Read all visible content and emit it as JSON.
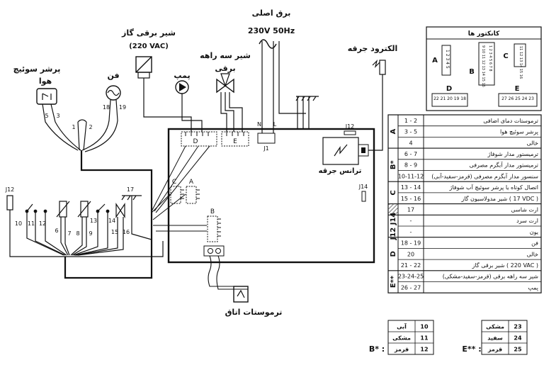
{
  "labels": {
    "mains_power": "برق اصلی",
    "mains_voltage": "230V 50Hz",
    "gas_valve": "شیر برقی گاز",
    "gas_valve_voltage": "(220 VAC)",
    "three_way_valve_line1": "شیر سه راهه",
    "three_way_valve_line2": "برقی",
    "pump": "پمپ",
    "fan": "فن",
    "air_switch_line1": "پرشر سوئیچ",
    "air_switch_line2": "هوا",
    "spark_electrode": "الکترود جرقه",
    "spark_transformer": "ترانس جرقه",
    "room_thermostat": "ترموستات اتاق",
    "connectors_title": "کانکتور ها"
  },
  "connector_letters": {
    "a": "A",
    "b": "B",
    "c": "C",
    "d": "D",
    "e": "E",
    "j1": "J1",
    "j12": "J12",
    "j14": "J14"
  },
  "pin_numbers": {
    "air_switch": [
      "5",
      "3"
    ],
    "switch_mid": [
      "1",
      "2"
    ],
    "fan": [
      "18",
      "19"
    ],
    "n": "N",
    "l": "L",
    "ground": "17",
    "bottom": [
      "10",
      "11",
      "12",
      "6",
      "7",
      "8",
      "9",
      "13",
      "14",
      "15",
      "16"
    ]
  },
  "connector_pinouts": {
    "a": "1 2 3 4 5",
    "b": "9 10 11 12 13 14 15 16",
    "b_lower": "1 2 3 4 5 6 7 8",
    "c": "11 12 13 14 15 16",
    "d": "22 21 20 19 18",
    "e": "27 26 25 24 23"
  },
  "pin_table": [
    {
      "group": "A",
      "rows": [
        {
          "pins": "1 - 2",
          "desc": "ترموستات دمای اضافی"
        },
        {
          "pins": "3 - 5",
          "desc": "پرشر سوئیچ هوا"
        },
        {
          "pins": "4",
          "desc": "خالی"
        }
      ]
    },
    {
      "group": "B*",
      "rows": [
        {
          "pins": "6 - 7",
          "desc": "ترمیستور مدار شوفاژ"
        },
        {
          "pins": "8 - 9",
          "desc": "ترمیستور مدار آبگرم مصرفی"
        },
        {
          "pins": "10-11-12",
          "desc": "سنسور مدار آبگرم مصرفی (قرمز-سفید-آبی)"
        }
      ]
    },
    {
      "group": "C",
      "rows": [
        {
          "pins": "13 - 14",
          "desc": "اتصال کوتاه یا پرشر سوئیچ آب شوفاژ"
        },
        {
          "pins": "15 - 16",
          "desc": "شیر مدولاسیون گاز ( 17 VDC )"
        }
      ]
    },
    {
      "group": "",
      "rows": [
        {
          "pins": "17",
          "desc": "ارت شاسی"
        }
      ]
    },
    {
      "group": "J12 J14",
      "rows": [
        {
          "pins": "-",
          "desc": "ارت سرد"
        },
        {
          "pins": "-",
          "desc": "یون"
        }
      ]
    },
    {
      "group": "D",
      "rows": [
        {
          "pins": "18 - 19",
          "desc": "فن"
        },
        {
          "pins": "20",
          "desc": "خالی"
        },
        {
          "pins": "21 - 22",
          "desc": "شیر برقی گاز ( 220 VAC )"
        }
      ]
    },
    {
      "group": "E**",
      "rows": [
        {
          "pins": "23-24-25",
          "desc": "شیر سه راهه برقی (قرمز-سفید-مشکی)"
        },
        {
          "pins": "26 - 27",
          "desc": "پمپ"
        }
      ]
    }
  ],
  "legend_b": {
    "label": "B* :",
    "items": [
      {
        "num": "10",
        "color_name": "آبی"
      },
      {
        "num": "11",
        "color_name": "مشکی"
      },
      {
        "num": "12",
        "color_name": "قرمز"
      }
    ]
  },
  "legend_e": {
    "label": "E** :",
    "items": [
      {
        "num": "23",
        "color_name": "مشکی"
      },
      {
        "num": "24",
        "color_name": "سفید"
      },
      {
        "num": "25",
        "color_name": "قرمز"
      }
    ]
  },
  "colors": {
    "ink": "#111111",
    "paper": "#ffffff",
    "hatch": "#555555"
  }
}
